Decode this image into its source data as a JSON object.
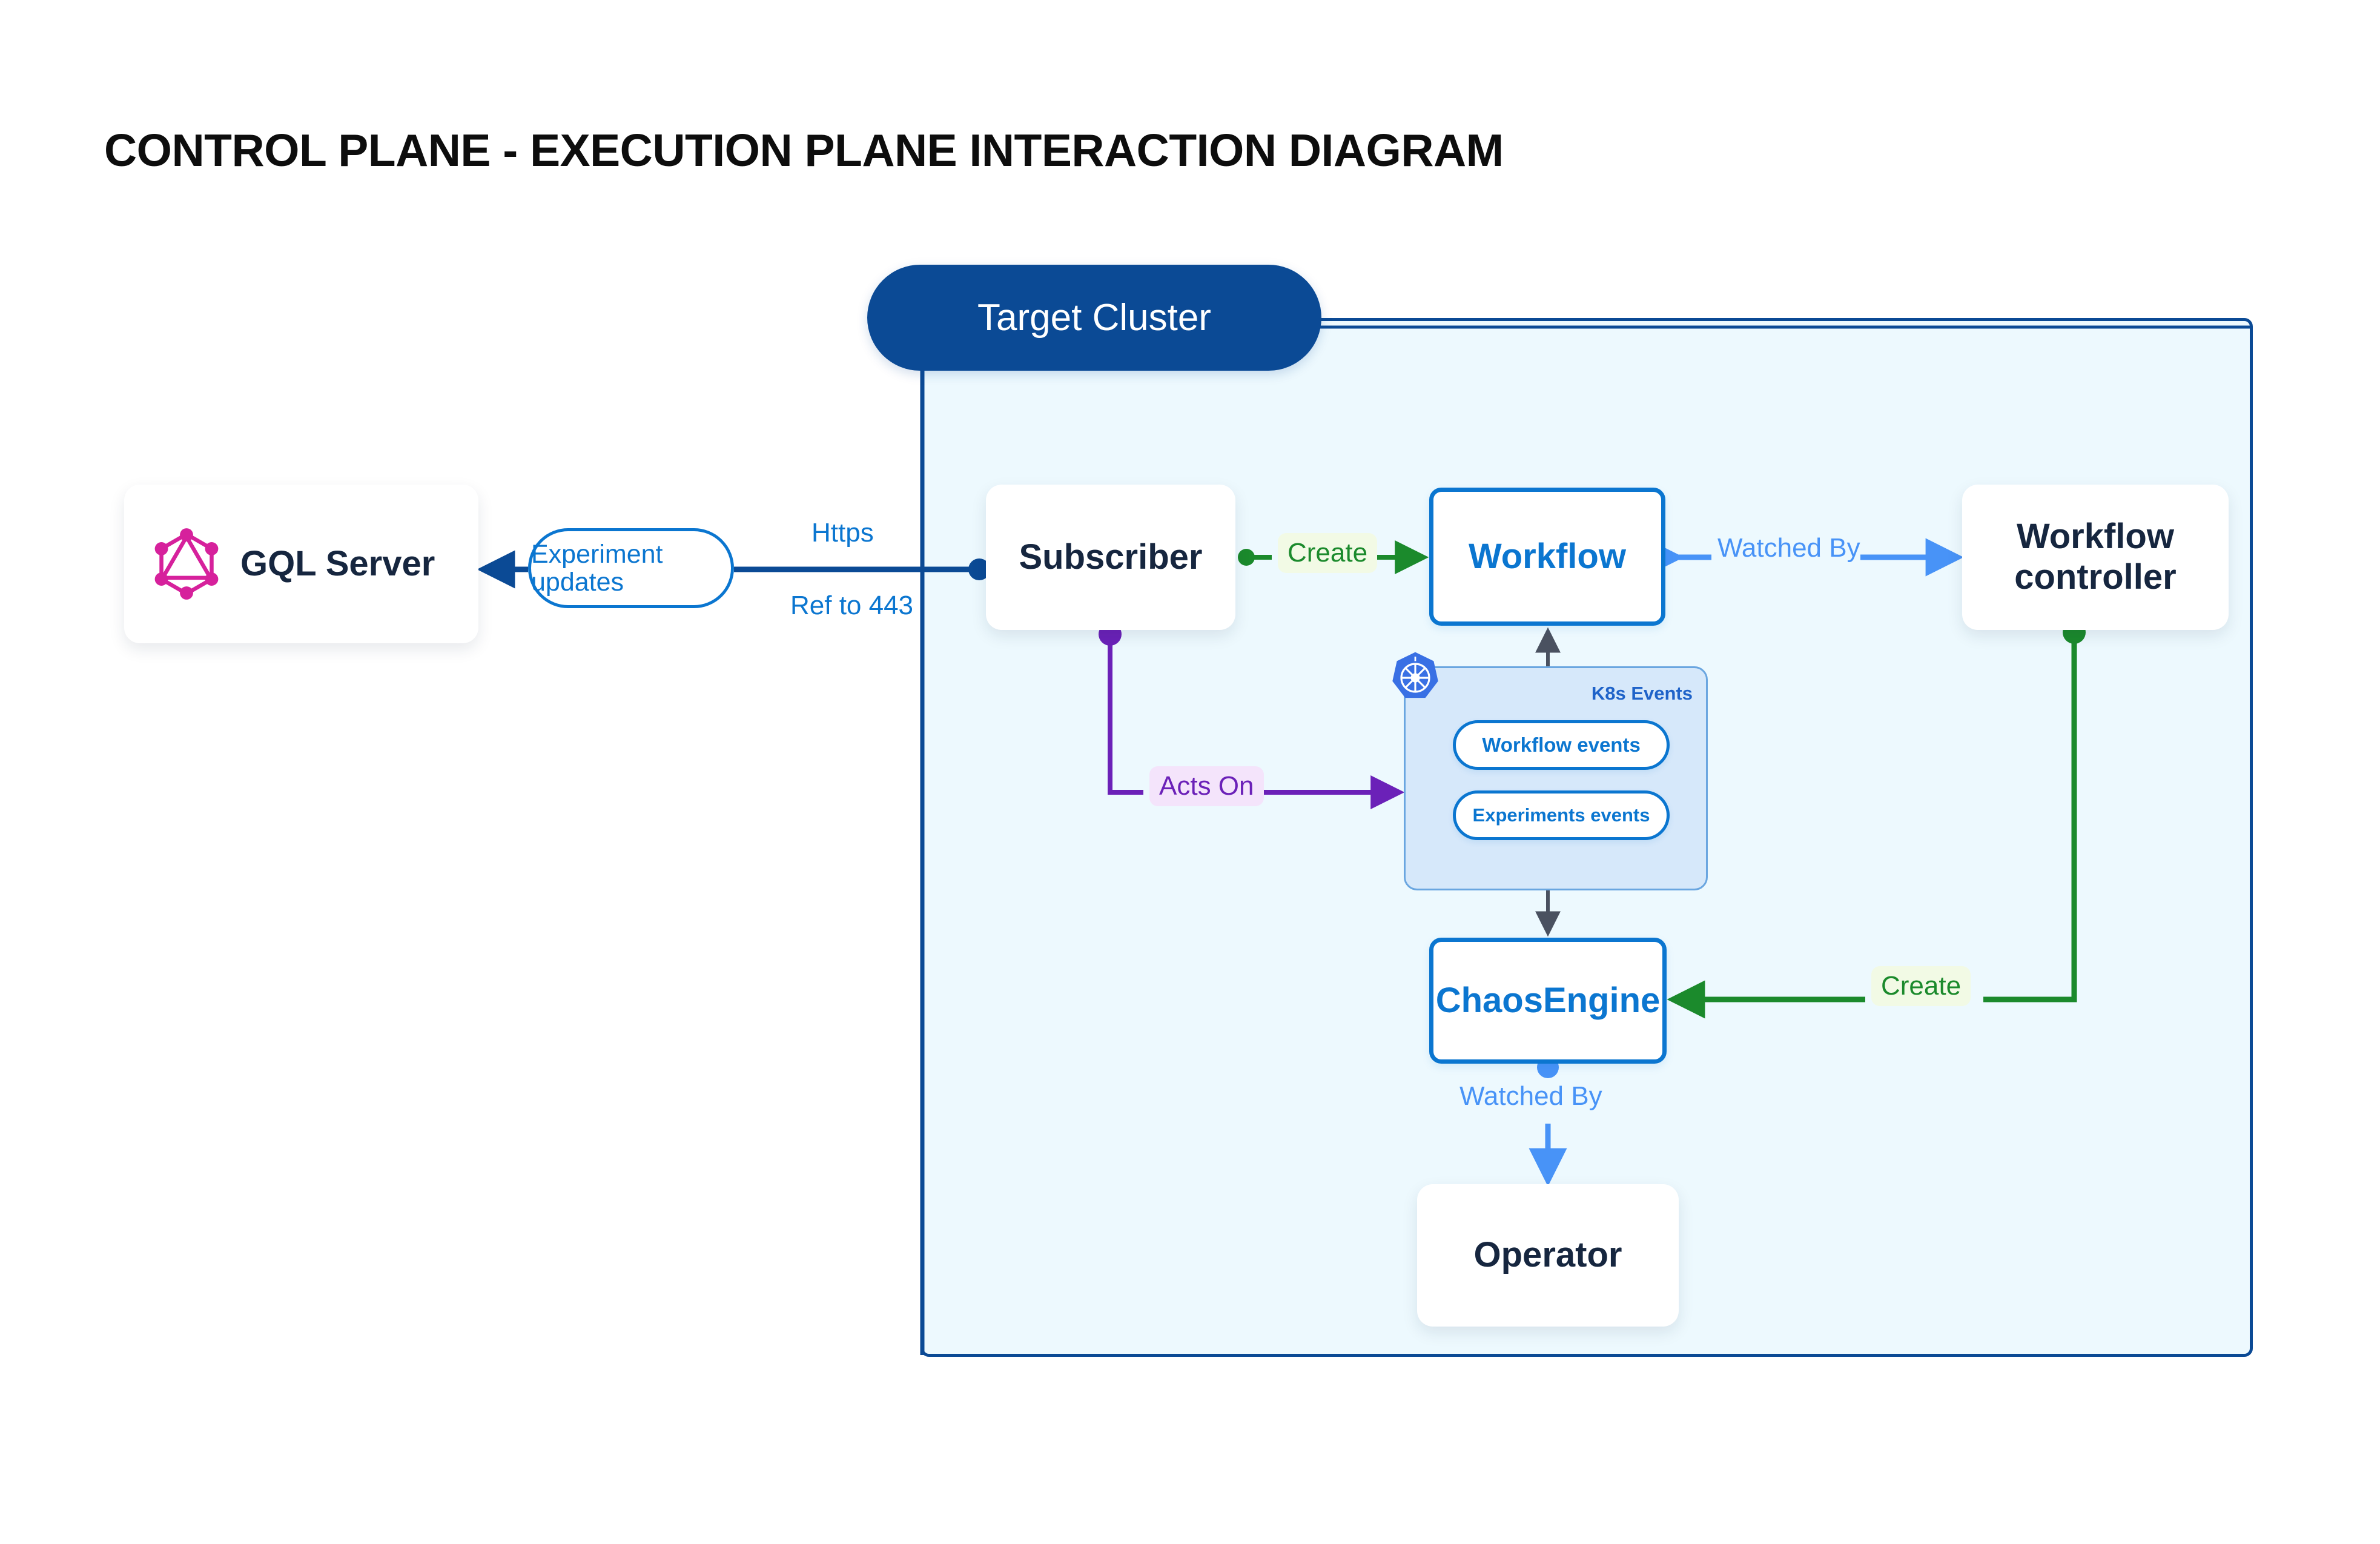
{
  "title": "CONTROL PLANE - EXECUTION PLANE INTERACTION DIAGRAM",
  "cluster": {
    "title": "Target Cluster"
  },
  "nodes": {
    "gql_server": {
      "label": "GQL Server",
      "icon": "graphql-icon"
    },
    "subscriber": {
      "label": "Subscriber"
    },
    "workflow": {
      "label": "Workflow"
    },
    "workflow_controller": {
      "label": "Workflow controller"
    },
    "chaos_engine": {
      "label": "ChaosEngine"
    },
    "operator": {
      "label": "Operator"
    }
  },
  "k8s_events": {
    "group_title": "K8s Events",
    "icon": "kubernetes-icon",
    "pills": [
      {
        "label": "Workflow events"
      },
      {
        "label": "Experiments events"
      }
    ]
  },
  "edges": {
    "experiment_updates": "Experiment updates",
    "https": "Https",
    "ref_to_443": "Ref to 443",
    "create_subscriber_workflow": "Create",
    "watched_by_workflow_controller": "Watched By",
    "acts_on": "Acts On",
    "create_controller_chaosengine": "Create",
    "watched_by_operator": "Watched By"
  },
  "colors": {
    "cluster_border": "#0b4a95",
    "cluster_fill": "#edf9fe",
    "node_text": "#16263f",
    "accent_blue": "#0b76d0",
    "light_blue": "#4893f7",
    "green": "#1b8a2c",
    "purple": "#6b21b8",
    "graphql_pink": "#d6219c",
    "k8s_blue": "#3970e4",
    "gray_line": "#4a5160"
  }
}
